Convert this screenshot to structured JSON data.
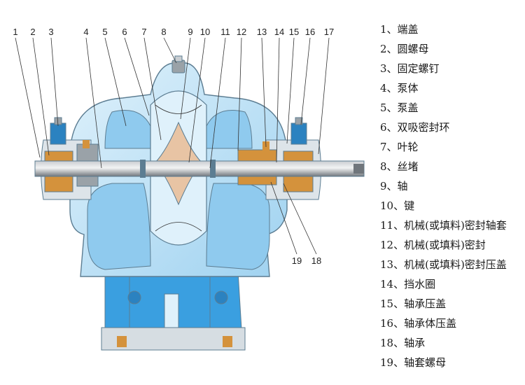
{
  "callouts_top": [
    "1",
    "2",
    "3",
    "4",
    "5",
    "6",
    "7",
    "8",
    "9",
    "10",
    "11",
    "12",
    "13",
    "14",
    "15",
    "16",
    "17"
  ],
  "callouts_bottom": [
    "19",
    "18"
  ],
  "legend": [
    "1、端盖",
    "2、圆螺母",
    "3、固定螺钉",
    "4、泵体",
    "5、泵盖",
    "6、双吸密封环",
    "7、叶轮",
    "8、丝堵",
    "9、轴",
    "10、键",
    "11、机械(或填料)密封轴套",
    "12、机械(或填料)密封",
    "13、机械(或填料)密封压盖",
    "14、挡水圈",
    "15、轴承压盖",
    "16、轴承体压盖",
    "18、轴承",
    "19、轴套螺母"
  ],
  "colors": {
    "casing_light": "#c6e6f7",
    "casing_blue": "#3a9fe0",
    "shaft": "#8c9298",
    "impeller_core": "#e8c4a4",
    "bearing": "#d4923c",
    "outline": "#5c7d92"
  }
}
